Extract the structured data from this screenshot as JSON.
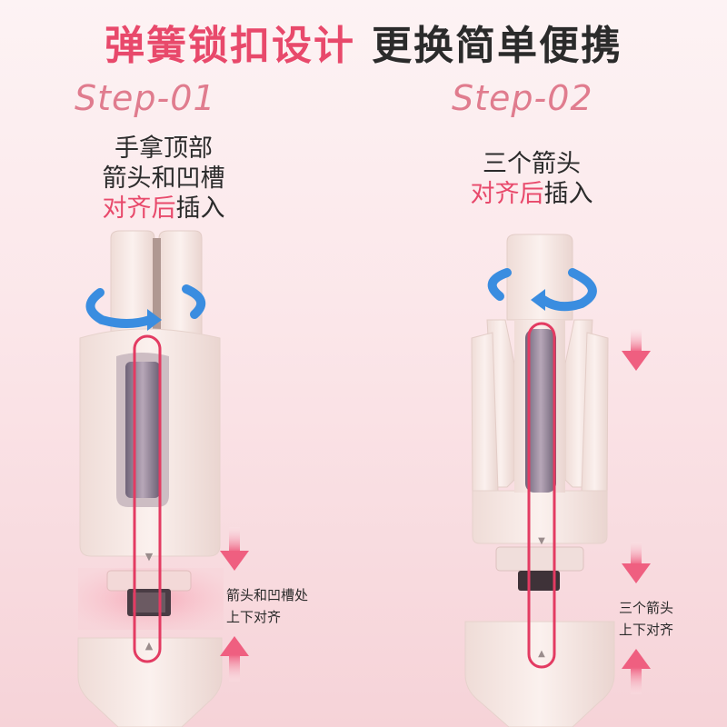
{
  "title": {
    "part1": "弹簧锁扣设计",
    "part2": "更换简单便携"
  },
  "step1": {
    "label": "Step-01",
    "line1": "手拿顶部",
    "line2": "箭头和凹槽",
    "line3_highlight": "对齐后",
    "line3_rest": "插入",
    "note_line1": "箭头和凹槽处",
    "note_line2": "上下对齐"
  },
  "step2": {
    "label": "Step-02",
    "line1": "三个箭头",
    "line2_highlight": "对齐后",
    "line2_rest": "插入",
    "note_line1": "三个箭头",
    "note_line2": "上下对齐"
  },
  "colors": {
    "accent": "#e8496b",
    "step_label": "#e07c8e",
    "rotate_arrow": "#3a8de0",
    "body": "#f5e6e2",
    "arrow_pink": "#f06a88"
  },
  "icons": [
    "rotate-arrow-icon",
    "down-arrow-icon",
    "up-arrow-icon"
  ]
}
